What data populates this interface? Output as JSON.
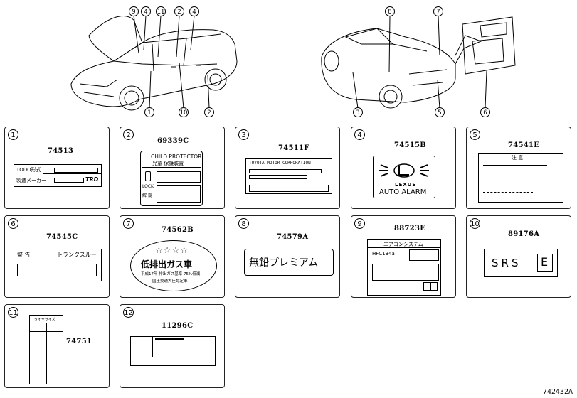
{
  "callouts_left_top": [
    "9",
    "4",
    "11",
    "2",
    "4"
  ],
  "callouts_left_bottom": [
    "1",
    "10",
    "2"
  ],
  "callouts_right_top": [
    "8",
    "7"
  ],
  "callouts_right_bottom": [
    "3",
    "5",
    "6"
  ],
  "panels": [
    {
      "n": "1",
      "part": "74513",
      "texts": {
        "a": "TODO形式",
        "b": "製造メーカー"
      }
    },
    {
      "n": "2",
      "part": "69339C",
      "texts": {
        "a": "CHILD PROTECTOR",
        "b": "児童 保護装置",
        "c": "LOCK",
        "d": "解 錠"
      }
    },
    {
      "n": "3",
      "part": "74511F",
      "texts": {
        "a": "TOYOTA MOTOR CORPORATION"
      }
    },
    {
      "n": "4",
      "part": "74515B",
      "texts": {
        "a": "LEXUS",
        "b": "AUTO ALARM"
      }
    },
    {
      "n": "5",
      "part": "74541E",
      "texts": {
        "a": "注 意"
      }
    },
    {
      "n": "6",
      "part": "74545C",
      "texts": {
        "a": "警 告",
        "b": "トランクスルー"
      }
    },
    {
      "n": "7",
      "part": "74562B",
      "texts": {
        "a": "☆☆☆☆",
        "b": "低排出ガス車",
        "c": "平成17年 排出ガス基準 75%低減",
        "d": "国土交通大臣認定車"
      }
    },
    {
      "n": "8",
      "part": "74579A",
      "texts": {
        "a": "無鉛プレミアム"
      }
    },
    {
      "n": "9",
      "part": "88723E",
      "texts": {
        "a": "エアコンシステム",
        "b": "HFC134a"
      }
    },
    {
      "n": "10",
      "part": "89176A",
      "texts": {
        "a": "SRS",
        "b": "E"
      }
    },
    {
      "n": "11",
      "part": "74751",
      "texts": {
        "a": "タイヤサイズ"
      }
    },
    {
      "n": "12",
      "part": "11296C",
      "texts": {}
    }
  ],
  "footer_code": "742432A"
}
